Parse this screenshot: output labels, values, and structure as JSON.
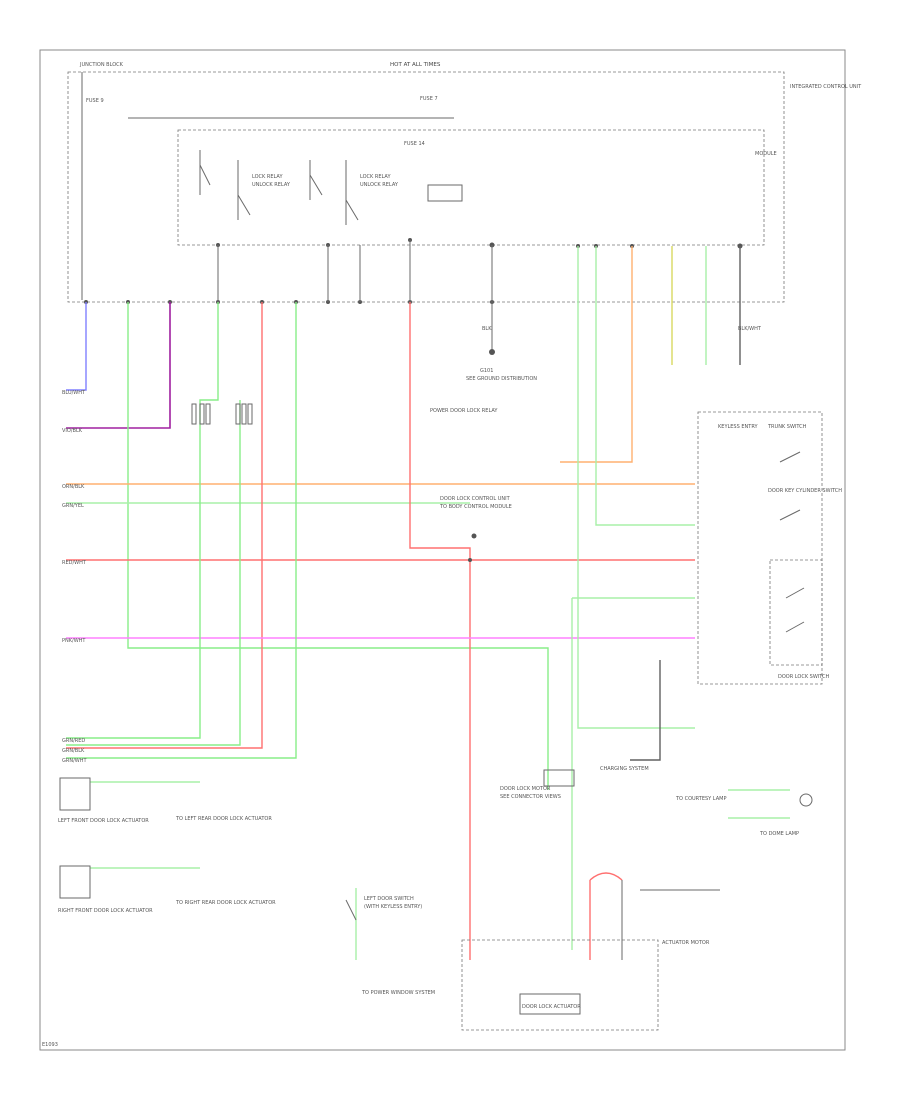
{
  "labels": {
    "top_fuse": "HOT AT ALL TIMES",
    "left_block": "JUNCTION BLOCK",
    "fuse_a": "FUSE 9",
    "fuse_b": "FUSE 7",
    "fuse_c": "FUSE 14",
    "center_title": "POWER DOOR LOCK RELAY",
    "lock_relay": "LOCK RELAY",
    "unlock_relay": "UNLOCK RELAY",
    "lock_relay_2": "LOCK RELAY",
    "unlock_relay_2": "UNLOCK RELAY",
    "module": "MODULE",
    "right_top": "INTEGRATED CONTROL UNIT",
    "ground_g1": "G101",
    "ground_label": "SEE GROUND DISTRIBUTION",
    "note_center": "DOOR LOCK CONTROL UNIT",
    "note_center2": "TO BODY CONTROL MODULE",
    "right_switch_block": "KEYLESS ENTRY",
    "sw1": "TRUNK SWITCH",
    "sw2": "DOOR KEY CYLINDER SWITCH",
    "sw3": "DOOR LOCK SWITCH",
    "door_lock_actuator_lf": "LEFT FRONT DOOR LOCK ACTUATOR",
    "door_lock_actuator_rf": "RIGHT FRONT DOOR LOCK ACTUATOR",
    "left_ref1": "TO LEFT REAR DOOR LOCK ACTUATOR",
    "left_ref2": "TO RIGHT REAR DOOR LOCK ACTUATOR",
    "center_lower": "DOOR LOCK MOTOR",
    "center_lower2": "SEE CONNECTOR VIEWS",
    "right_lower": "CHARGING SYSTEM",
    "right_lower2": "TO COURTESY LAMP",
    "right_lower3": "TO DOME LAMP",
    "bottom_center": "DOOR LOCK ACTUATOR",
    "bottom_right": "ACTUATOR MOTOR",
    "bottom_ref": "TO POWER WINDOW SYSTEM",
    "left_door_switch": "LEFT DOOR SWITCH",
    "door_switch_sub": "(WITH KEYLESS ENTRY)",
    "footer": "E1093"
  },
  "wire_tags": {
    "violet": "BLU/WHT",
    "purple": "VIO/BLK",
    "orange": "ORN/BLK",
    "green1": "GRN/YEL",
    "red": "RED/WHT",
    "pink": "PNK/WHT",
    "green2": "GRN/RED",
    "green3": "GRN/BLK",
    "green4": "GRN/WHT",
    "black": "BLK",
    "blk_wht": "BLK/WHT"
  }
}
